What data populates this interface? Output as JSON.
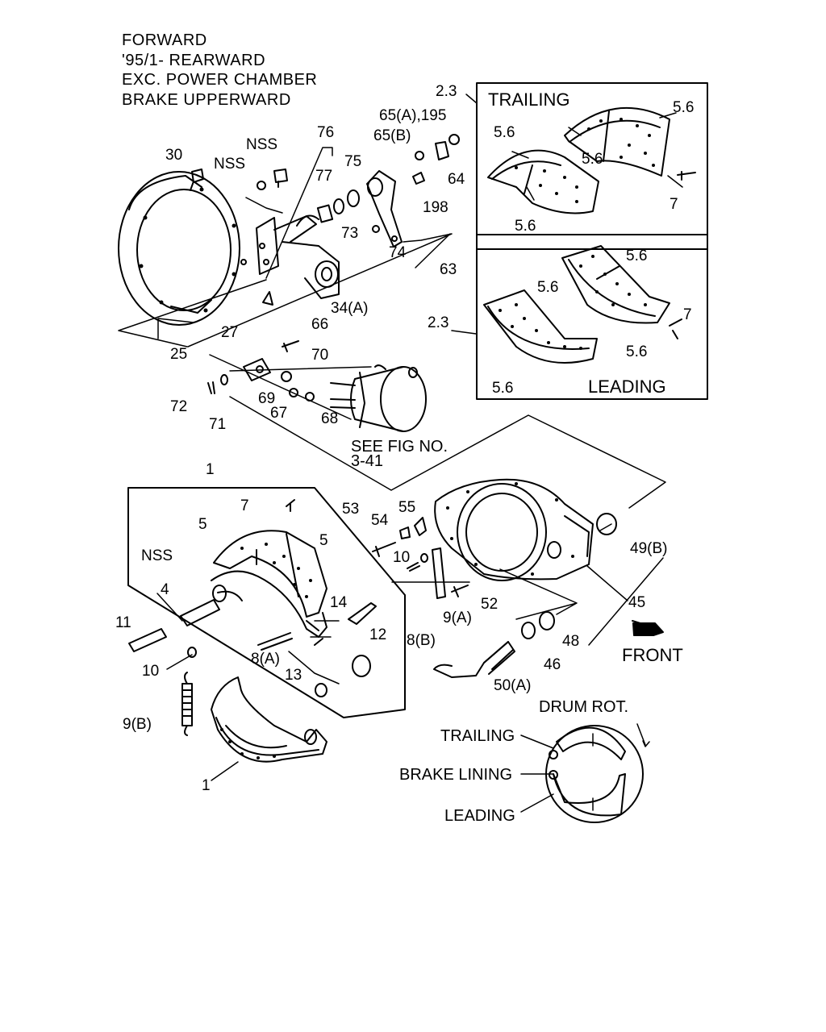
{
  "header": {
    "lines": [
      "FORWARD",
      "'95/1-  REARWARD",
      "EXC. POWER CHAMBER",
      "BRAKE UPPERWARD"
    ]
  },
  "callouts": {
    "c2_3_top": "2.3",
    "c2_3_bot": "2.3",
    "c5_6_a": "5.6",
    "c5_6_b": "5.6",
    "c5_6_c": "5.6",
    "c5_6_d": "5.6",
    "c5_6_e": "5.6",
    "c5_6_f": "5.6",
    "c5_6_g": "5.6",
    "c5_6_h": "5.6",
    "c7_top": "7",
    "c7_mid": "7",
    "c7_low": "7",
    "c65a": "65(A),195",
    "c65b": "65(B)",
    "c64": "64",
    "c198": "198",
    "c76": "76",
    "c77": "77",
    "c75": "75",
    "c73": "73",
    "c74": "74",
    "c63": "63",
    "c30": "30",
    "nss_a": "NSS",
    "nss_b": "NSS",
    "nss_c": "NSS",
    "c34a": "34(A)",
    "c27": "27",
    "c25": "25",
    "c66": "66",
    "c70": "70",
    "c69": "69",
    "c67": "67",
    "c68": "68",
    "c72": "72",
    "c71": "71",
    "c1_top": "1",
    "c1_bot": "1",
    "c5_a": "5",
    "c5_b": "5",
    "c4": "4",
    "c11": "11",
    "c10_a": "10",
    "c10_b": "10",
    "c14": "14",
    "c12": "12",
    "c8a": "8(A)",
    "c8b": "8(B)",
    "c13": "13",
    "c9b": "9(B)",
    "c9a": "9(A)",
    "c53": "53",
    "c54": "54",
    "c55": "55",
    "c52": "52",
    "c49b": "49(B)",
    "c45": "45",
    "c48": "48",
    "c46": "46",
    "c50a": "50(A)"
  },
  "boxes": {
    "trailing": "TRAILING",
    "leading": "LEADING"
  },
  "reference": {
    "see_fig": "SEE FIG NO.",
    "fig_no": "3-41"
  },
  "orientation": {
    "front": "FRONT"
  },
  "inset": {
    "drum_rot": "DRUM ROT.",
    "trailing": "TRAILING",
    "brake_lining": "BRAKE LINING",
    "leading": "LEADING"
  }
}
